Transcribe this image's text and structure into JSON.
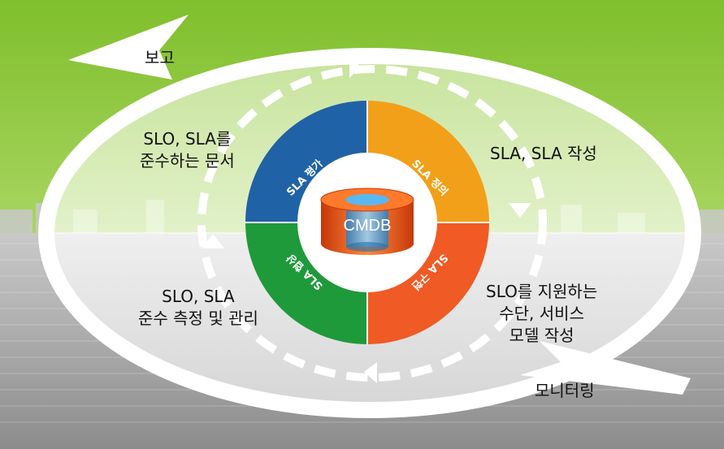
{
  "labels": {
    "report": "보고",
    "monitoring": "모니터링",
    "docs_line1": "SLO, SLA를",
    "docs_line2": "준수하는 문서",
    "write": "SLA, SLA 작성",
    "measure_line1": "SLO, SLA",
    "measure_line2": "준수 측정 및 관리",
    "support_line1": "SLO를 지원하는",
    "support_line2": "수단, 서비스",
    "support_line3": "모델 작성"
  },
  "quadrants": [
    {
      "name": "blue",
      "label": "SLA 평가",
      "color": "#2062a6"
    },
    {
      "name": "orange",
      "label": "SLA 정의",
      "color": "#f2a019"
    },
    {
      "name": "red",
      "label": "SLA 구현",
      "color": "#f05a24"
    },
    {
      "name": "green",
      "label": "SLA 협상",
      "color": "#1e9a3a"
    }
  ],
  "center": {
    "label": "CMDB"
  },
  "colors": {
    "top_bg": "#8cc63f",
    "bottom_bg": "#b0b0b0",
    "inner_top": "#d7ecb4",
    "inner_bottom": "#e6e6e6"
  }
}
